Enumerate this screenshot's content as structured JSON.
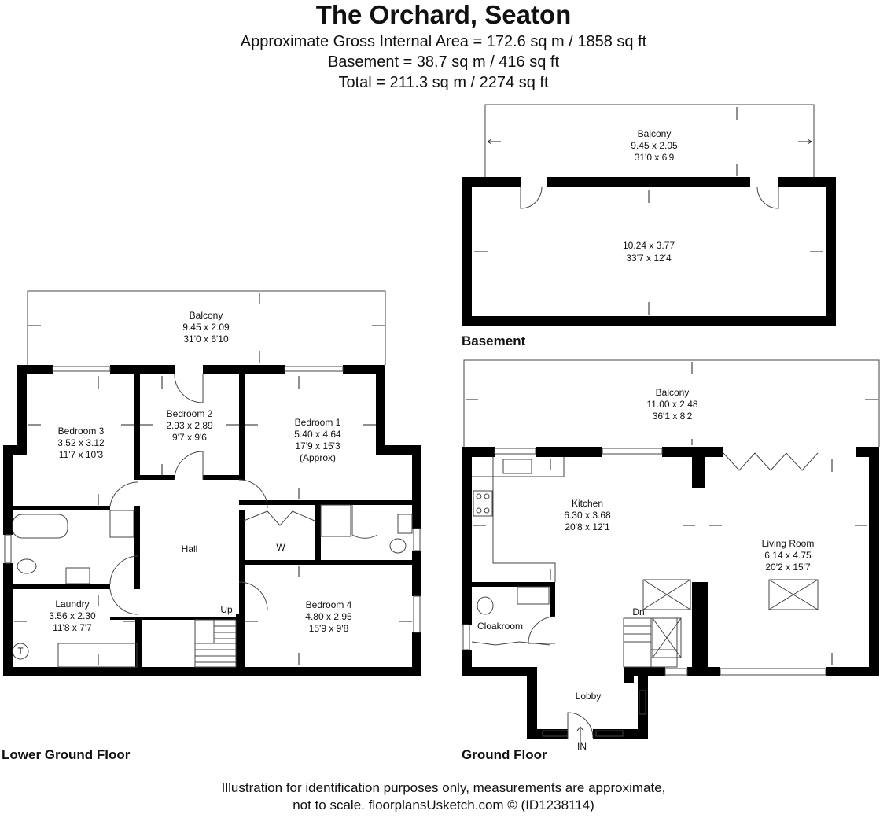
{
  "header": {
    "title": "The Orchard, Seaton",
    "gross_area": "Approximate Gross Internal Area = 172.6 sq m / 1858 sq ft",
    "basement_area": "Basement = 38.7 sq m / 416 sq ft",
    "total_area": "Total = 211.3 sq m / 2274 sq ft"
  },
  "floors": {
    "basement": "Basement",
    "lower_ground": "Lower Ground Floor",
    "ground": "Ground Floor"
  },
  "basement_rooms": {
    "balcony": {
      "name": "Balcony",
      "metric": "9.45 x 2.05",
      "imperial": "31'0 x 6'9"
    },
    "main": {
      "metric": "10.24 x 3.77",
      "imperial": "33'7 x 12'4"
    }
  },
  "lower_rooms": {
    "balcony": {
      "name": "Balcony",
      "metric": "9.45 x 2.09",
      "imperial": "31'0 x 6'10"
    },
    "bedroom3": {
      "name": "Bedroom 3",
      "metric": "3.52 x 3.12",
      "imperial": "11'7 x 10'3"
    },
    "bedroom2": {
      "name": "Bedroom 2",
      "metric": "2.93 x 2.89",
      "imperial": "9'7 x 9'6"
    },
    "bedroom1": {
      "name": "Bedroom 1",
      "metric": "5.40 x 4.64",
      "imperial": "17'9 x 15'3",
      "note": "(Approx)"
    },
    "hall": {
      "name": "Hall"
    },
    "wardrobe": "W",
    "laundry": {
      "name": "Laundry",
      "metric": "3.56 x 2.30",
      "imperial": "11'8 x 7'7"
    },
    "bedroom4": {
      "name": "Bedroom 4",
      "metric": "4.80 x 2.95",
      "imperial": "15'9 x 9'8"
    },
    "stairs_up": "Up",
    "tank": "T"
  },
  "ground_rooms": {
    "balcony": {
      "name": "Balcony",
      "metric": "11.00 x 2.48",
      "imperial": "36'1 x 8'2"
    },
    "kitchen": {
      "name": "Kitchen",
      "metric": "6.30 x 3.68",
      "imperial": "20'8 x 12'1"
    },
    "living": {
      "name": "Living Room",
      "metric": "6.14 x 4.75",
      "imperial": "20'2 x 15'7"
    },
    "cloakroom": {
      "name": "Cloakroom"
    },
    "lobby": {
      "name": "Lobby"
    },
    "stairs_down": "Dn",
    "entrance": "IN"
  },
  "footer": {
    "line1": "Illustration for identification purposes only, measurements are approximate,",
    "line2": "not to scale. floorplansUsketch.com © (ID1238114)"
  }
}
